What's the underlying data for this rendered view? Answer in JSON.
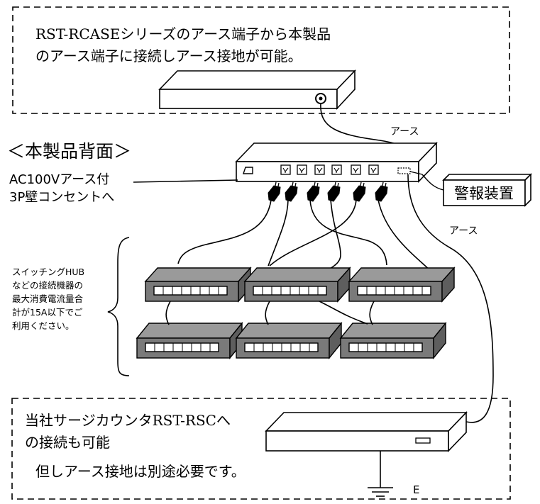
{
  "top_box": {
    "line1": "RST-RCASEシリーズのアース端子から本製品",
    "line2": "のアース端子に接続しアース接地が可能。"
  },
  "rear_title": "＜本製品背面＞",
  "ac_label": {
    "line1": "AC100Vアース付",
    "line2": "3P壁コンセントへ"
  },
  "earth_label_1": "アース",
  "earth_label_2": "アース",
  "alarm_device": "警報装置",
  "side_note": {
    "line1": "スイッチングHUB",
    "line2": "などの接続機器の",
    "line3": "最大消費電流量合",
    "line4": "計が15A以下でご",
    "line5": "利用ください。"
  },
  "bottom_box": {
    "line1": "当社サージカウンタRST-RSCへ",
    "line2": "の接続も可能",
    "line3": "但しアース接地は別途必要です。"
  },
  "ground_label": "E",
  "colors": {
    "hub_front": "#7a7a7a",
    "hub_top": "#9a9a9a",
    "hub_side": "#5e5e5e",
    "plug": "#000000"
  }
}
